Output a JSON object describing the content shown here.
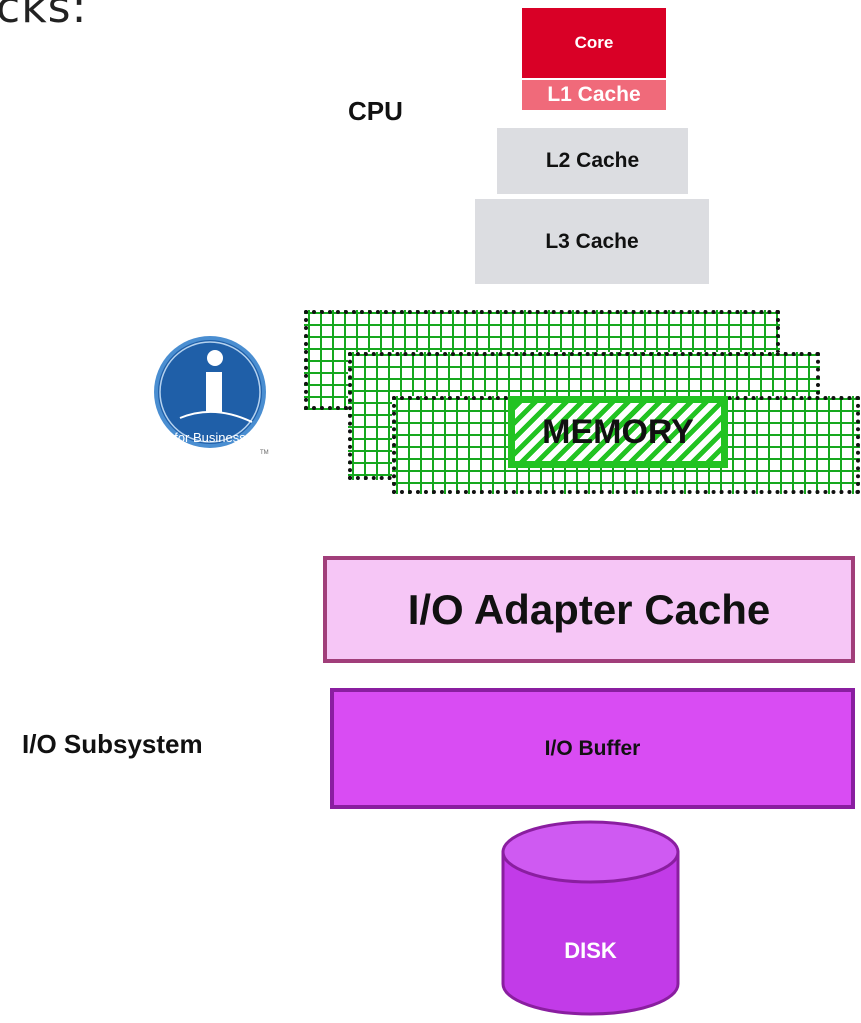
{
  "page": {
    "top_text": "cks:"
  },
  "cpu": {
    "label": "CPU",
    "core": "Core",
    "l1": "L1 Cache",
    "l2": "L2 Cache",
    "l3": "L3 Cache"
  },
  "memory": {
    "label": "MEMORY"
  },
  "logo": {
    "text": "for Business",
    "tm": "TM",
    "icon": "ibm-i-logo"
  },
  "io": {
    "label": "I/O Subsystem",
    "adapter": "I/O Adapter Cache",
    "buffer": "I/O Buffer",
    "disk": "DISK"
  },
  "colors": {
    "core": "#d90026",
    "l1": "#f06a7a",
    "cache_gray": "#dcdde1",
    "memory_grid": "#16a81e",
    "adapter_fill": "#f6c6f6",
    "buffer_fill": "#d94cf3",
    "disk_fill": "#c23be8"
  }
}
